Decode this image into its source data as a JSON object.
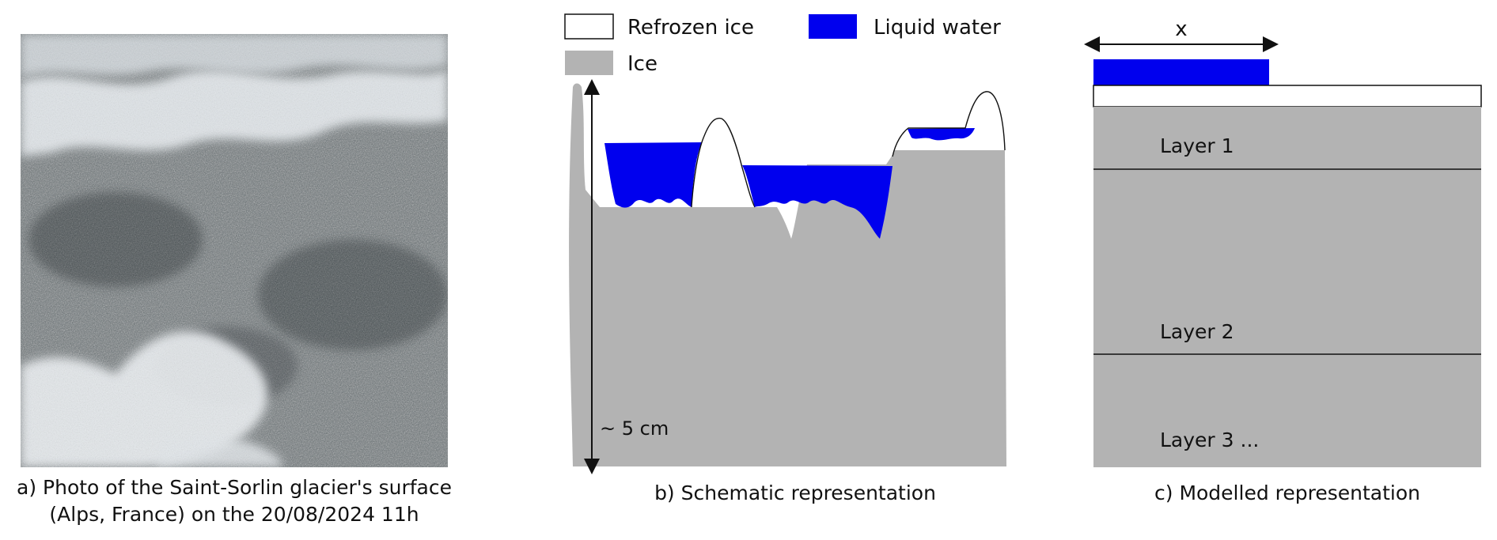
{
  "panel_a": {
    "caption_line1": "a) Photo of the Saint-Sorlin glacier's surface",
    "caption_line2": "(Alps, France) on the 20/08/2024 11h"
  },
  "panel_b": {
    "legend": {
      "refrozen_ice": "Refrozen ice",
      "liquid_water": "Liquid water",
      "ice": "Ice"
    },
    "scale_label": "~ 5 cm",
    "caption": "b) Schematic representation"
  },
  "panel_c": {
    "width_label": "x",
    "layers": [
      "Layer 1",
      "Layer 2",
      "Layer 3 ..."
    ],
    "caption": "c) Modelled representation"
  },
  "colors": {
    "ice": "#b3b3b3",
    "liquid_water": "#0000ee",
    "refrozen_ice": "#ffffff"
  }
}
